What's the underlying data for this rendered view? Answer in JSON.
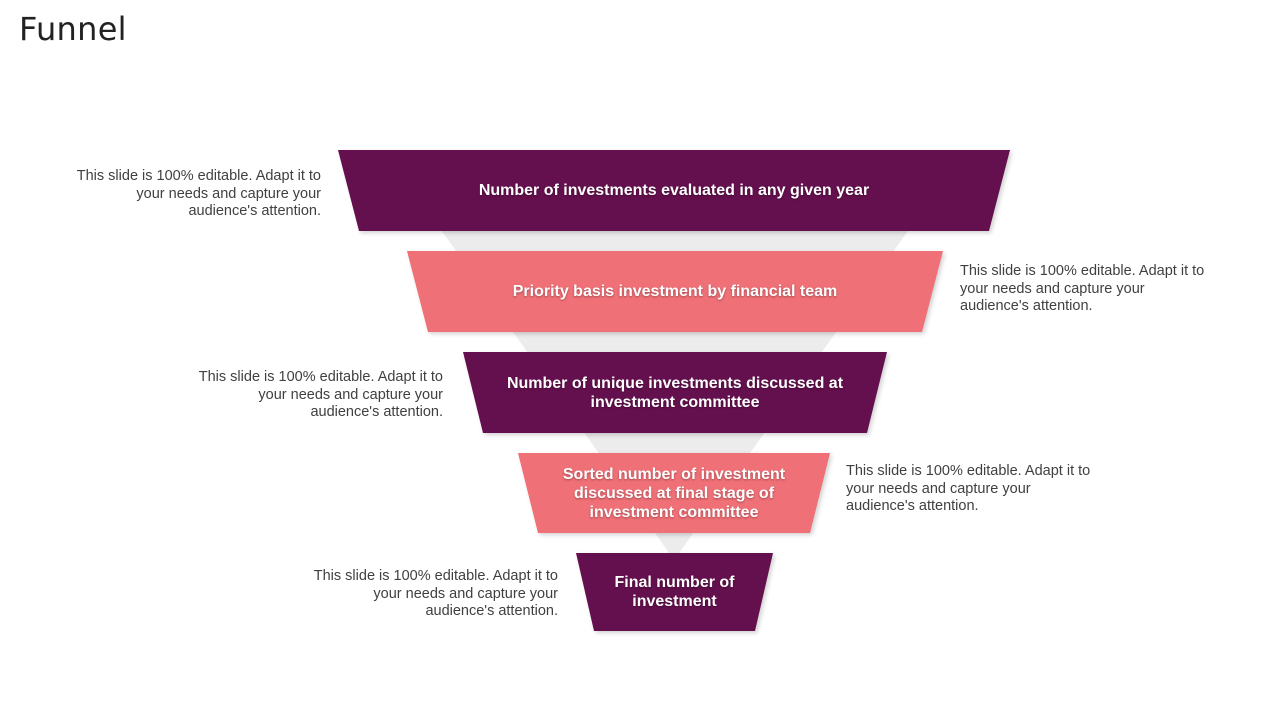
{
  "title": "Funnel",
  "colors": {
    "dark": "#65104e",
    "light": "#f07077",
    "funnel_backdrop": "#ececec"
  },
  "stages": [
    {
      "label": "Number of investments evaluated in any given year",
      "color": "dark"
    },
    {
      "label": "Priority basis investment by financial team",
      "color": "light"
    },
    {
      "label": "Number of unique investments discussed at investment committee",
      "color": "dark"
    },
    {
      "label": "Sorted number of investment discussed at final stage of investment committee",
      "color": "light"
    },
    {
      "label": "Final number of investment",
      "color": "dark"
    }
  ],
  "notes": [
    "This slide is 100% editable. Adapt it to your needs and capture your audience's attention.",
    "This slide is 100% editable. Adapt it to your needs and capture your audience's attention.",
    "This slide is 100% editable. Adapt it to your needs and capture your audience's attention.",
    "This slide is 100% editable. Adapt it to your needs and capture your audience's attention.",
    "This slide is 100% editable. Adapt it to your needs and capture your audience's attention."
  ]
}
